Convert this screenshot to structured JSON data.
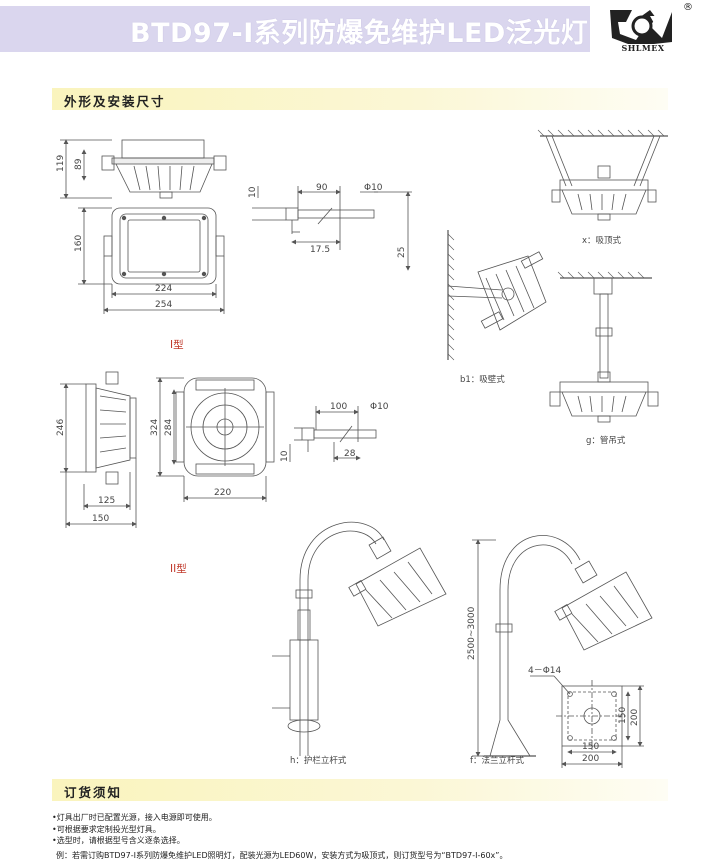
{
  "header": {
    "title": "BTD97-I系列防爆免维护LED泛光灯",
    "brand": "SHLMEX",
    "registered": "®"
  },
  "sections": {
    "dimensions": "外形及安装尺寸",
    "ordering": "订货须知"
  },
  "types": {
    "type1": "I型",
    "type2": "II型"
  },
  "dims": {
    "d119": "119",
    "d89": "89",
    "d160": "160",
    "d224": "224",
    "d254": "254",
    "d10a": "10",
    "d90": "90",
    "phi10a": "Φ10",
    "d17_5": "17.5",
    "d25": "25",
    "d246": "246",
    "d324": "324",
    "d284": "284",
    "d220": "220",
    "d125": "125",
    "d150a": "150",
    "d100": "100",
    "phi10b": "Φ10",
    "d10b": "10",
    "d28": "28",
    "height": "2500~3000",
    "holes": "4－Φ14",
    "d150b": "150",
    "d200a": "200",
    "d150c": "150",
    "d200b": "200"
  },
  "captions": {
    "ceiling": "x：吸顶式",
    "wall": "b1：吸壁式",
    "pipe": "g：管吊式",
    "rail": "h：护栏立杆式",
    "flange": "f：法兰立杆式"
  },
  "notes": [
    "•灯具出厂时已配置光源，接入电源即可使用。",
    "•可根据要求定制投光型灯具。",
    "•选型时，请根据型号含义逐条选择。"
  ],
  "example": "例：若需订购BTD97-I系列防爆免维护LED照明灯，配装光源为LED60W，安装方式为吸顶式，则订货型号为“BTD97-I-60x”。"
}
